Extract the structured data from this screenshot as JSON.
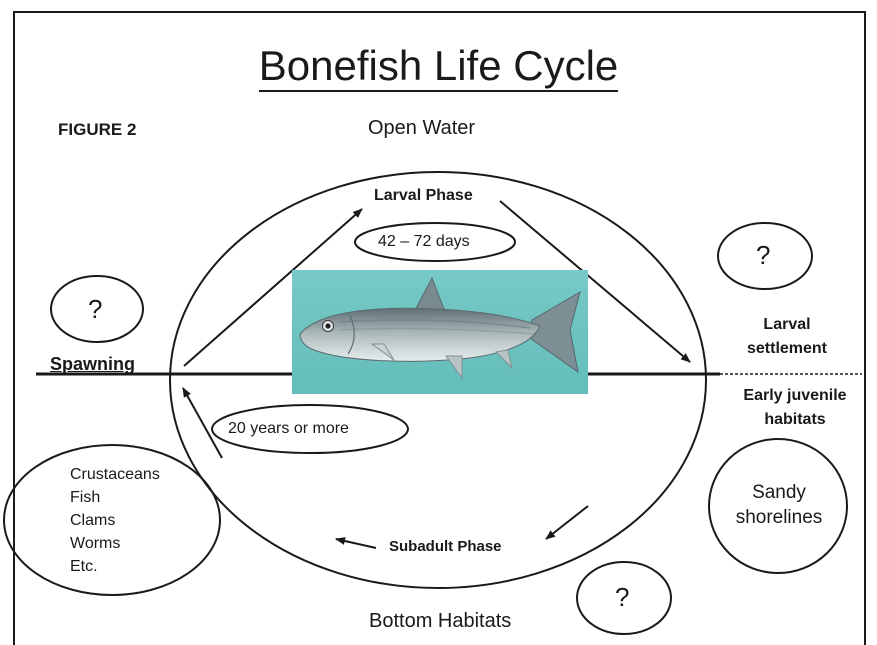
{
  "title": "Bonefish Life Cycle",
  "figure_label": "FIGURE 2",
  "regions": {
    "top": "Open Water",
    "bottom": "Bottom Habitats"
  },
  "phases": {
    "larval": "Larval Phase",
    "larval_duration": "42 – 72 days",
    "subadult": "Subadult Phase",
    "maturation_time": "20 years or more"
  },
  "spawning": {
    "label": "Spawning",
    "unknown_mark": "?"
  },
  "settlement": {
    "label_line1": "Larval",
    "label_line2": "settlement",
    "unknown_mark": "?"
  },
  "juvenile": {
    "label_line1": "Early juvenile",
    "label_line2": "habitats",
    "habitat_line1": "Sandy",
    "habitat_line2": "shorelines"
  },
  "diet": {
    "items": [
      "Crustaceans",
      "Fish",
      "Clams",
      "Worms",
      "Etc."
    ]
  },
  "bottom_unknown_mark": "?",
  "fish_image": {
    "icon": "bonefish-photo",
    "background": "#6cc4c1"
  }
}
